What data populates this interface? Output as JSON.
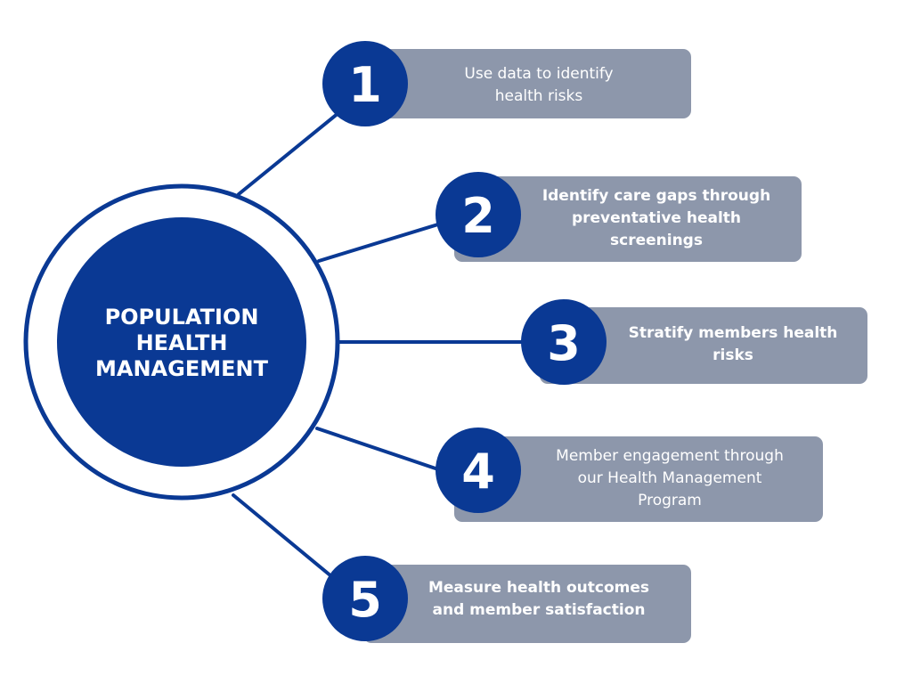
{
  "hub": {
    "lines": [
      "POPULATION",
      "HEALTH",
      "MANAGEMENT"
    ]
  },
  "steps": [
    {
      "number": "1",
      "lines": [
        "Use data to identify",
        "health risks"
      ],
      "bold": false
    },
    {
      "number": "2",
      "lines": [
        "Identify care gaps through",
        "preventative health",
        "screenings"
      ],
      "bold": true
    },
    {
      "number": "3",
      "lines": [
        "Stratify members health",
        "risks"
      ],
      "bold": true
    },
    {
      "number": "4",
      "lines": [
        "Member engagement through",
        "our Health Management",
        "Program"
      ],
      "bold": false
    },
    {
      "number": "5",
      "lines": [
        "Measure health outcomes",
        "and member satisfaction"
      ],
      "bold": true
    }
  ],
  "colors": {
    "primary": "#0a3994",
    "box": "#8d97ab",
    "text": "#ffffff"
  }
}
